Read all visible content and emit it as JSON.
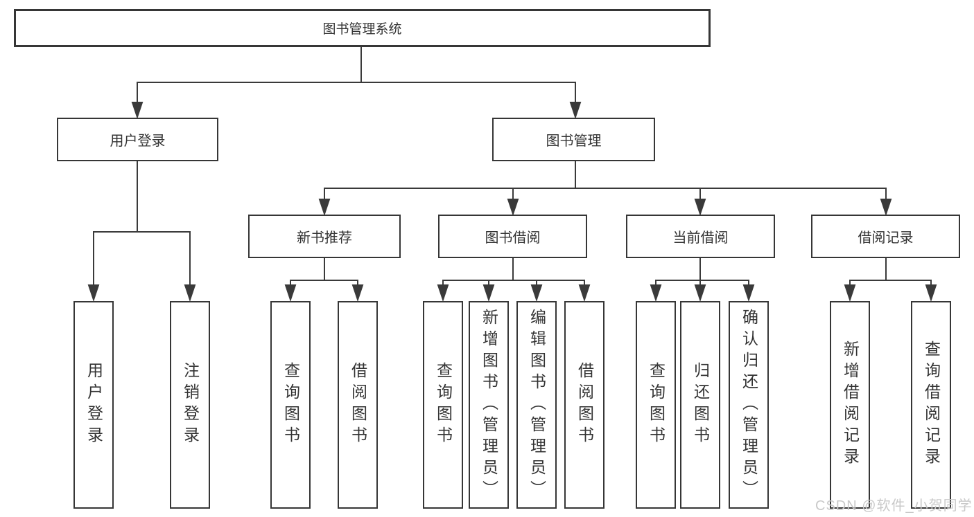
{
  "diagram": {
    "title": "图书管理系统",
    "children": [
      {
        "label": "用户登录",
        "children": [
          {
            "label": "用户登录"
          },
          {
            "label": "注销登录"
          }
        ]
      },
      {
        "label": "图书管理",
        "children": [
          {
            "label": "新书推荐",
            "children": [
              {
                "label": "查询图书"
              },
              {
                "label": "借阅图书"
              }
            ]
          },
          {
            "label": "图书借阅",
            "children": [
              {
                "label": "查询图书"
              },
              {
                "label": "新增图书（管理员）"
              },
              {
                "label": "编辑图书（管理员）"
              },
              {
                "label": "借阅图书"
              }
            ]
          },
          {
            "label": "当前借阅",
            "children": [
              {
                "label": "查询图书"
              },
              {
                "label": "归还图书"
              },
              {
                "label": "确认归还（管理员）"
              }
            ]
          },
          {
            "label": "借阅记录",
            "children": [
              {
                "label": "新增借阅记录"
              },
              {
                "label": "查询借阅记录"
              }
            ]
          }
        ]
      }
    ]
  },
  "watermark": {
    "text": "CSDN @软件_小贺同学"
  },
  "colors": {
    "line": "#3a3a3a",
    "border": "#363636",
    "text": "#333333",
    "watermark": "#c9c9c9",
    "background": "#ffffff"
  }
}
